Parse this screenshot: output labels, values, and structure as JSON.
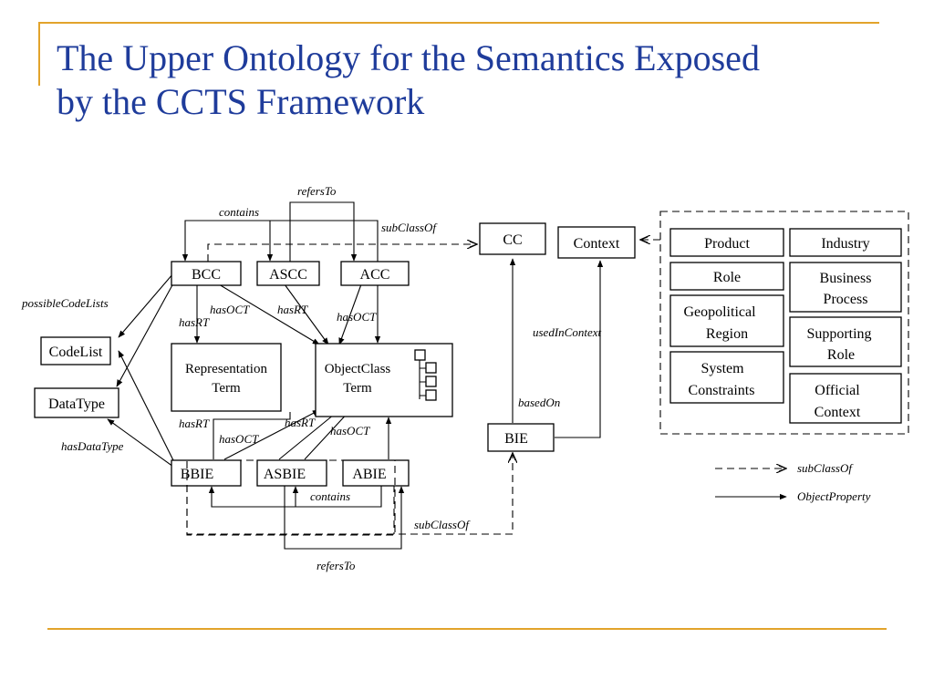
{
  "slide": {
    "title_line1": "The Upper Ontology for the Semantics Exposed",
    "title_line2": "by the CCTS Framework"
  },
  "nodes": {
    "bcc": "BCC",
    "ascc": "ASCC",
    "acc": "ACC",
    "cc": "CC",
    "context": "Context",
    "codelist": "CodeList",
    "datatype": "DataType",
    "representation_term": [
      "Representation",
      "Term"
    ],
    "objectclass_term": [
      "ObjectClass",
      "Term"
    ],
    "bbie": "BBIE",
    "asbie": "ASBIE",
    "abie": "ABIE",
    "bie": "BIE"
  },
  "context_categories": {
    "product": [
      "Product"
    ],
    "industry": [
      "Industry"
    ],
    "role": [
      "Role"
    ],
    "business_process": [
      "Business",
      "Process"
    ],
    "geopolitical_region": [
      "Geopolitical",
      "Region"
    ],
    "supporting_role": [
      "Supporting",
      "Role"
    ],
    "system_constraints": [
      "System",
      "Constraints"
    ],
    "official_context": [
      "Official",
      "Context"
    ]
  },
  "relations": {
    "refers_to_top": "refersTo",
    "contains_top": "contains",
    "subclassof_top": "subClassOf",
    "possible_code_lists": "possibleCodeLists",
    "has_oct_bcc": "hasOCT",
    "has_rt_ascc": "hasRT",
    "has_oct_acc": "hasOCT",
    "has_rt_bcc": "hasRT",
    "used_in_context": "usedInContext",
    "based_on": "basedOn",
    "has_rt_bbie": "hasRT",
    "has_oct_bbie": "hasOCT",
    "has_rt_asbie": "hasRT",
    "has_oct_abie": "hasOCT",
    "has_data_type": "hasDataType",
    "contains_bottom": "contains",
    "subclassof_bottom": "subClassOf",
    "refers_to_bottom": "refersTo"
  },
  "legend": {
    "dashed": "subClassOf",
    "solid": "ObjectProperty"
  }
}
